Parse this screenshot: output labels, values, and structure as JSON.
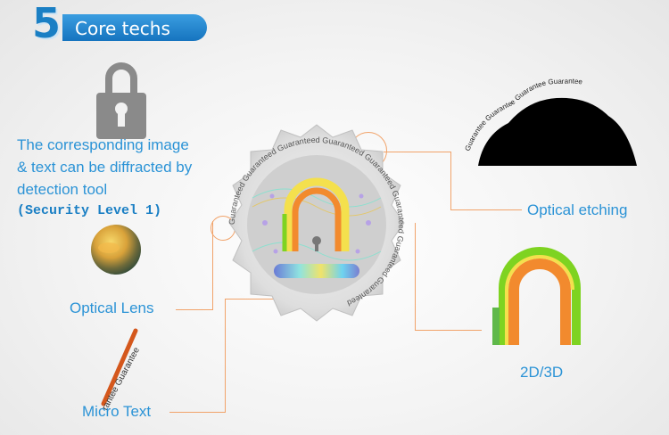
{
  "header": {
    "step_number": "5",
    "title": "Core techs"
  },
  "description": {
    "line1": "The corresponding image",
    "line2": "& text can be diffracted by",
    "line3": "detection tool",
    "security_level": "(Security Level 1)"
  },
  "labels": {
    "optical_lens": "Optical Lens",
    "micro_text": "Micro Text",
    "optical_etching": "Optical etching",
    "dimension": "2D/3D"
  },
  "micro_text_sample": "rantee Guarantee",
  "etching_text": "Guarantee Guarantee Guarantee Guarantee",
  "seal_text": "Guaranteed Guaranteed Guaranteed Guaranteed Guaranteed Guaranteed Guaranteed Guaranteed",
  "colors": {
    "accent_blue": "#2b93d6",
    "title_blue": "#1a7fc4",
    "callout_orange": "#f1a36a",
    "lock_orange": "#f28a2e",
    "lock_green": "#7ed321",
    "lock_yellow": "#f4e04d"
  },
  "icons": [
    "lock-icon",
    "optical-lens-icon",
    "hologram-seal",
    "lock-hologram-2d3d-icon",
    "etched-cloud-shape",
    "micro-text-strip"
  ]
}
